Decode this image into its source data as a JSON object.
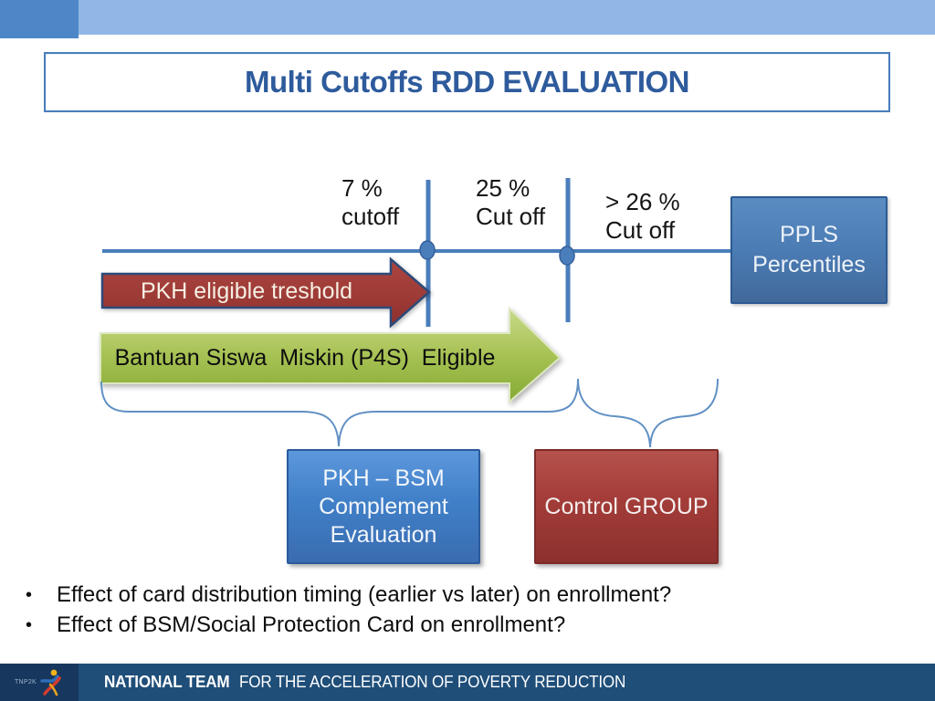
{
  "header": {
    "title": "Multi Cutoffs RDD EVALUATION"
  },
  "diagram": {
    "cutoffs": [
      {
        "line1": "7 %",
        "line2": "cutoff"
      },
      {
        "line1": "25 %",
        "line2": "Cut off"
      },
      {
        "line1": "> 26 %",
        "line2": "Cut off"
      }
    ],
    "ppls_box": {
      "line1": "PPLS",
      "line2": "Percentiles"
    },
    "red_arrow_label": "PKH eligible treshold",
    "green_arrow_label": "Bantuan Siswa  Miskin (P4S)  Eligible",
    "pkh_bsm_box": {
      "line1": "PKH – BSM",
      "line2": "Complement",
      "line3": "Evaluation"
    },
    "control_box": {
      "label": "Control GROUP"
    }
  },
  "bullets_marker": "•",
  "bullets": [
    "Effect of card distribution timing (earlier vs later) on enrollment?",
    "Effect of BSM/Social Protection Card on enrollment?"
  ],
  "footer": {
    "logo_text": "TNP2K",
    "title_bold": "NATIONAL TEAM",
    "title_rest": "FOR THE ACCELERATION OF POVERTY REDUCTION"
  },
  "colors": {
    "accent_blue": "#4a7ebb",
    "title_blue": "#2e5b9c",
    "topbar_light": "#92b7e6",
    "topbar_dark": "#4e86c8",
    "arrow_red": "#9e3b37",
    "arrow_green": "#a3bf4f",
    "box_blue": "#4080c8",
    "box_red": "#a33c38",
    "footer_navy": "#1f4e79",
    "footer_square_navy": "#17375e"
  }
}
